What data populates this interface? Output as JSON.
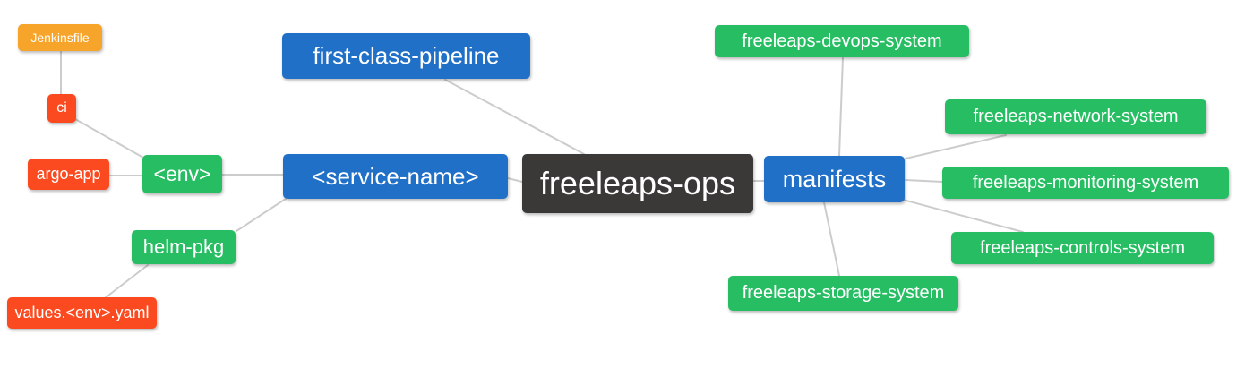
{
  "palette": {
    "blue": "#2070c8",
    "green": "#27be63",
    "red": "#fb4a1f",
    "orange": "#f7a42a",
    "dark": "#3b3838",
    "edge_gray": "#cccccc",
    "node_text": "#ffffff",
    "background": "#ffffff"
  },
  "nodes": {
    "jenkinsfile": {
      "label": "Jenkinsfile",
      "color": "orange"
    },
    "ci": {
      "label": "ci",
      "color": "red"
    },
    "argo_app": {
      "label": "argo-app",
      "color": "red"
    },
    "env": {
      "label": "<env>",
      "color": "green"
    },
    "helm_pkg": {
      "label": "helm-pkg",
      "color": "green"
    },
    "values_env_yaml": {
      "label": "values.<env>.yaml",
      "color": "red"
    },
    "first_class_pipeline": {
      "label": "first-class-pipeline",
      "color": "blue"
    },
    "service_name": {
      "label": "<service-name>",
      "color": "blue"
    },
    "freeleaps_ops": {
      "label": "freeleaps-ops",
      "color": "dark"
    },
    "manifests": {
      "label": "manifests",
      "color": "blue"
    },
    "devops_system": {
      "label": "freeleaps-devops-system",
      "color": "green"
    },
    "network_system": {
      "label": "freeleaps-network-system",
      "color": "green"
    },
    "monitoring_system": {
      "label": "freeleaps-monitoring-system",
      "color": "green"
    },
    "controls_system": {
      "label": "freeleaps-controls-system",
      "color": "green"
    },
    "storage_system": {
      "label": "freeleaps-storage-system",
      "color": "green"
    }
  },
  "edges": [
    {
      "from": "Jenkinsfile",
      "to": "ci"
    },
    {
      "from": "ci",
      "to": "<env>"
    },
    {
      "from": "argo-app",
      "to": "<env>"
    },
    {
      "from": "<env>",
      "to": "<service-name>"
    },
    {
      "from": "<service-name>",
      "to": "helm-pkg"
    },
    {
      "from": "helm-pkg",
      "to": "values.<env>.yaml"
    },
    {
      "from": "first-class-pipeline",
      "to": "freeleaps-ops"
    },
    {
      "from": "<service-name>",
      "to": "freeleaps-ops"
    },
    {
      "from": "freeleaps-ops",
      "to": "manifests"
    },
    {
      "from": "manifests",
      "to": "freeleaps-devops-system"
    },
    {
      "from": "manifests",
      "to": "freeleaps-network-system"
    },
    {
      "from": "manifests",
      "to": "freeleaps-monitoring-system"
    },
    {
      "from": "manifests",
      "to": "freeleaps-controls-system"
    },
    {
      "from": "manifests",
      "to": "freeleaps-storage-system"
    }
  ]
}
